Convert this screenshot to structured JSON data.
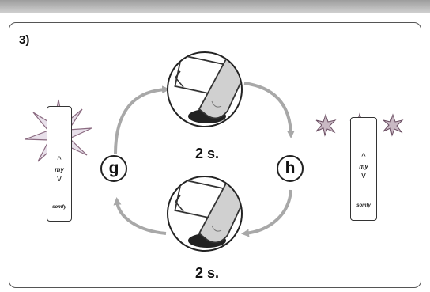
{
  "step": {
    "label": "3)"
  },
  "durations": {
    "top": "2 s.",
    "bottom": "2 s."
  },
  "steps": {
    "g": "g",
    "h": "h"
  },
  "remotes": {
    "up_symbol": "^",
    "my_label": "my",
    "down_symbol": "v",
    "brand": "somfy"
  },
  "colors": {
    "arrow": "#a8a8a8",
    "panel_border": "#555555",
    "header_band": "#b0b0b0",
    "hand": "#d0d0d0",
    "led_flash": "#8a6a80"
  },
  "icons": {
    "top_illustration": "finger-pressing-button-icon",
    "bottom_illustration": "finger-pressing-button-icon",
    "left_flash": "led-flash-icon",
    "right_flashes": "led-blink-icon"
  }
}
